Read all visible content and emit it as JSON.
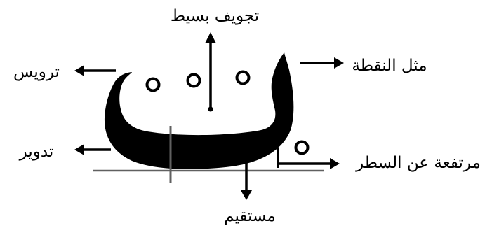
{
  "labels": {
    "top": "تجويف بسيط",
    "top_right": "مثل النقطة",
    "left_top": "ترويس",
    "left_bottom": "تدوير",
    "right_bottom": "مرتفعة عن السطر",
    "bottom": "مستقيم"
  },
  "colors": {
    "ink": "#000000",
    "baseline": "#606060",
    "background": "#ffffff"
  }
}
